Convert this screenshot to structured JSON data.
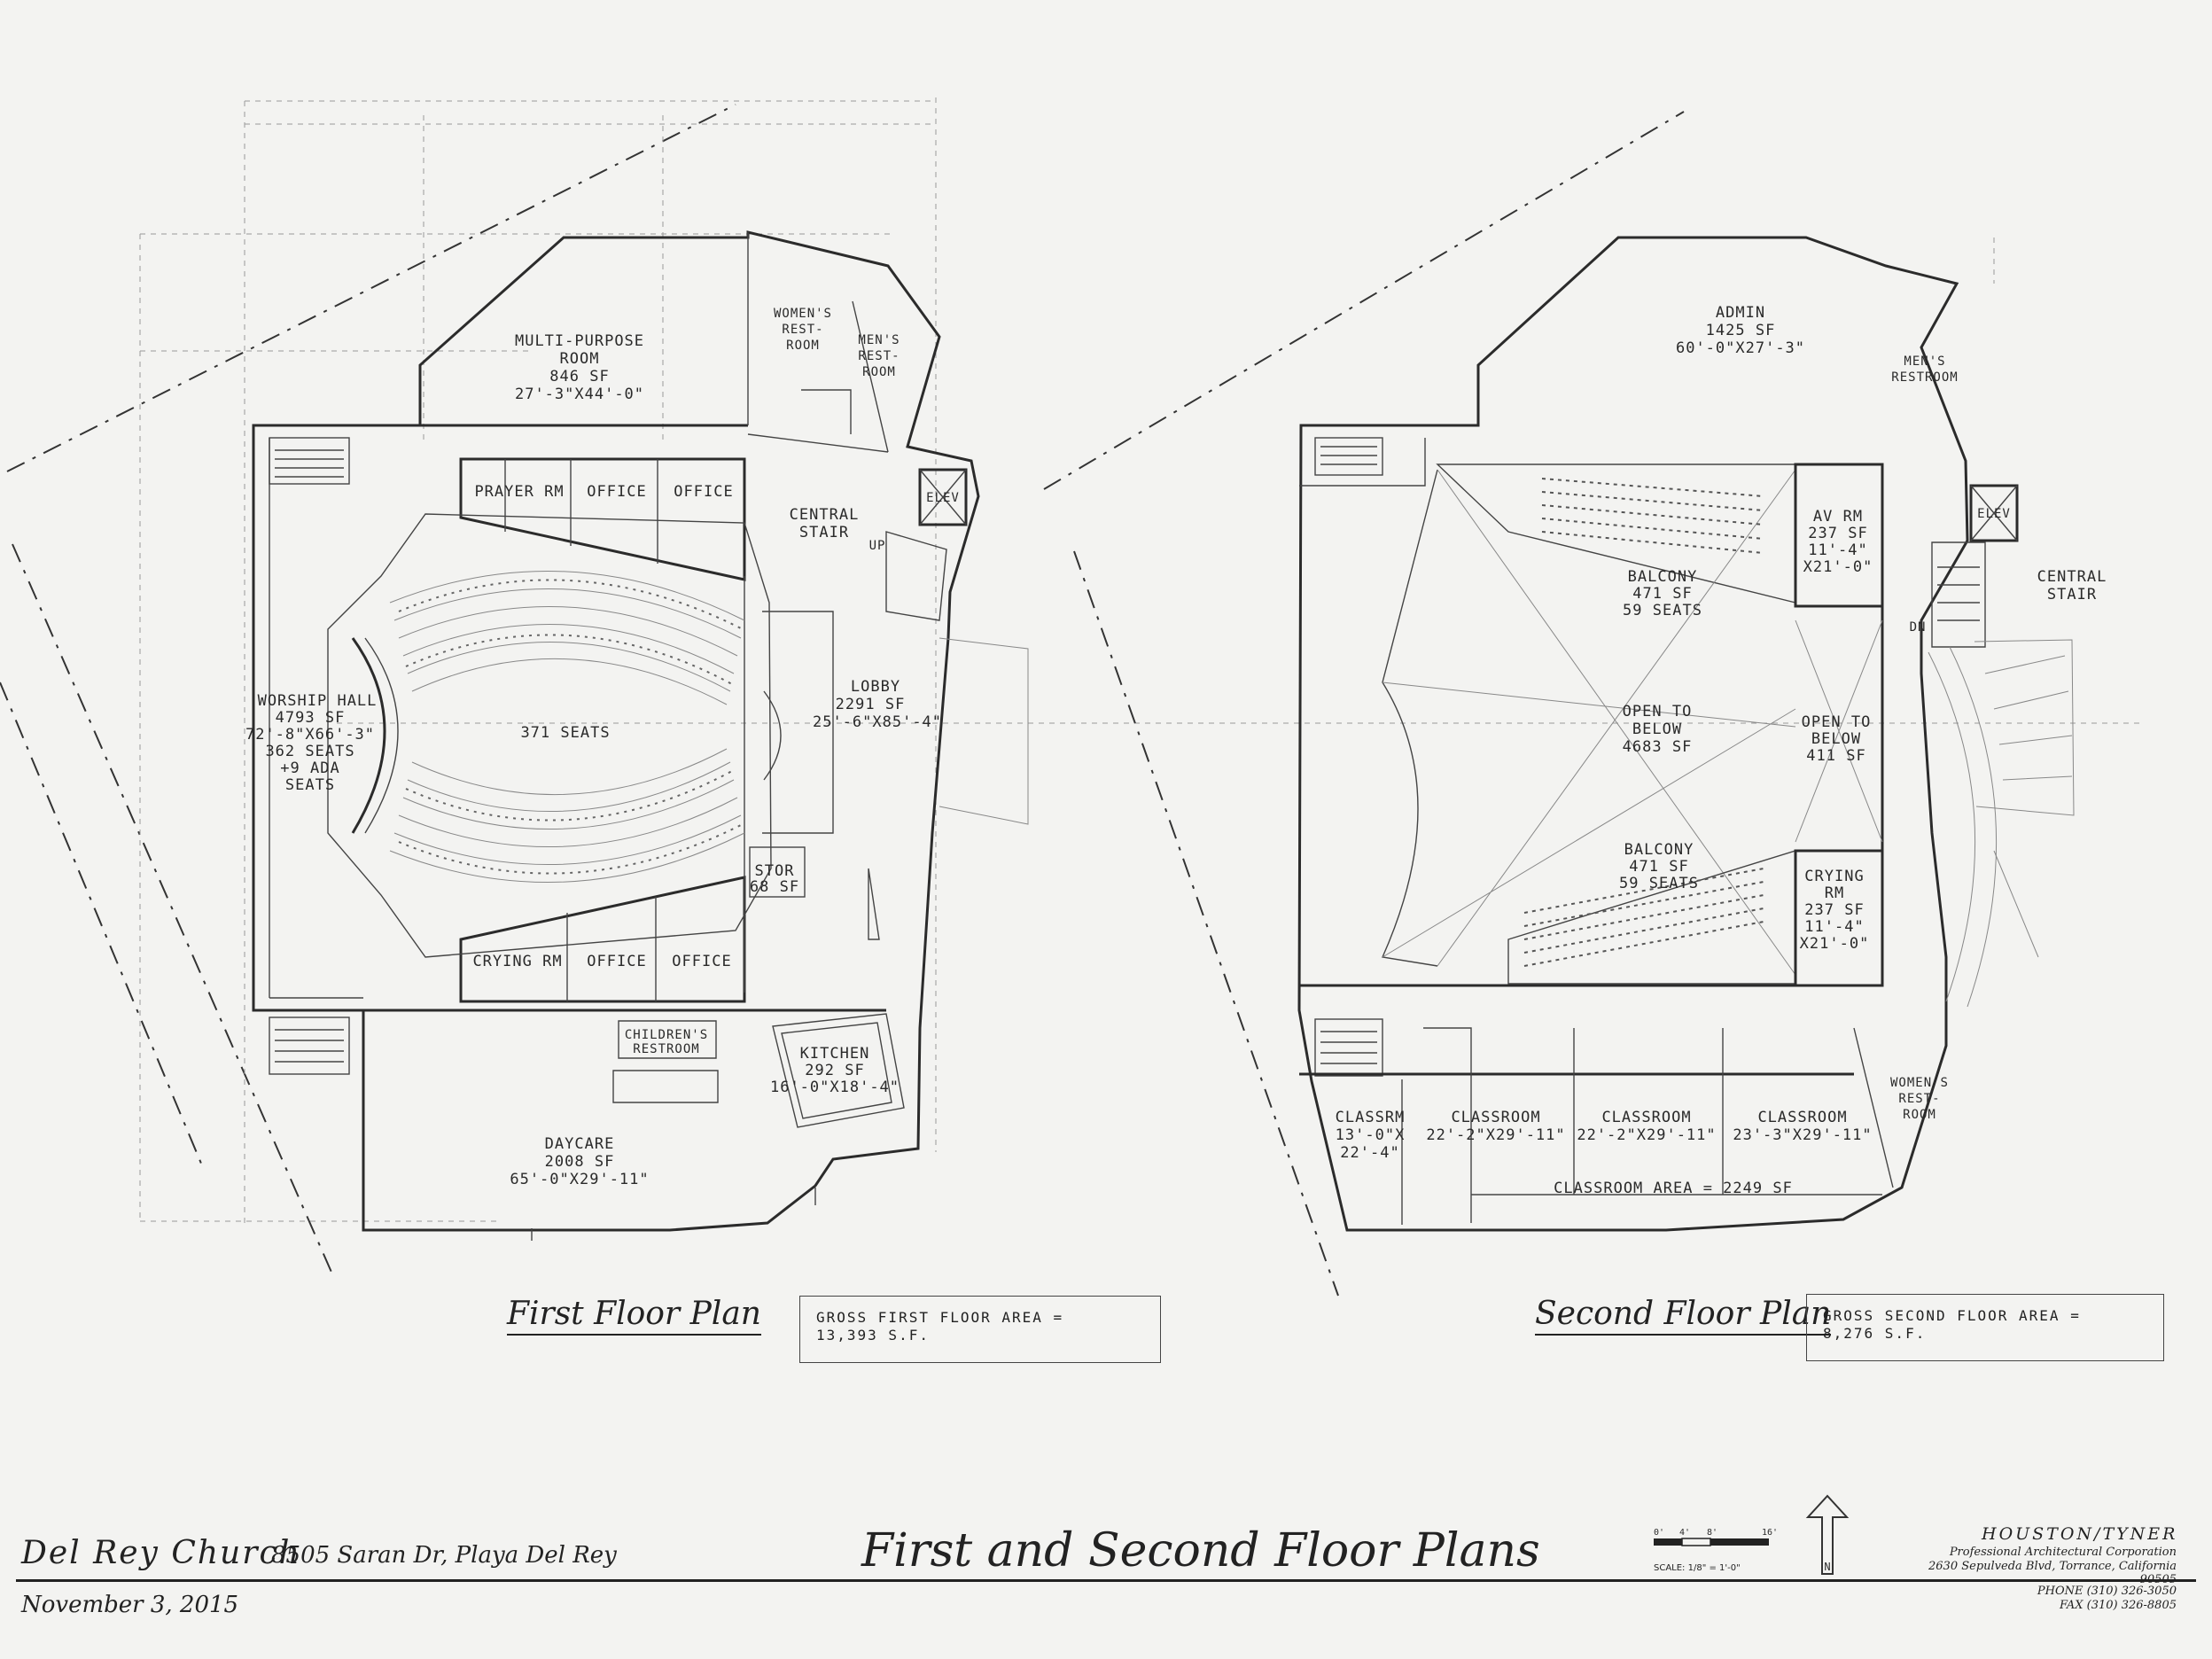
{
  "first_floor": {
    "caption": "First Floor Plan",
    "gross_area_line1": "GROSS FIRST FLOOR AREA =",
    "gross_area_line2": "13,393 S.F.",
    "rooms": {
      "multipurpose": [
        "MULTI-PURPOSE",
        "ROOM",
        "846 SF",
        "27'-3\"X44'-0\""
      ],
      "womens_restroom": [
        "WOMEN'S",
        "REST-",
        "ROOM"
      ],
      "mens_restroom": [
        "MEN'S",
        "REST-",
        "ROOM"
      ],
      "prayer_rm": "PRAYER RM",
      "office_top_1": "OFFICE",
      "office_top_2": "OFFICE",
      "central_stair": [
        "CENTRAL",
        "STAIR"
      ],
      "elev": "ELEV",
      "up": "UP",
      "worship_hall": [
        "WORSHIP HALL",
        "4793 SF",
        "72'-8\"X66'-3\"",
        "362 SEATS",
        "+9 ADA",
        "SEATS"
      ],
      "seats_total": "371 SEATS",
      "lobby": [
        "LOBBY",
        "2291 SF",
        "25'-6\"X85'-4\""
      ],
      "stor": [
        "STOR",
        "68 SF"
      ],
      "crying_rm": "CRYING RM",
      "office_bot_1": "OFFICE",
      "office_bot_2": "OFFICE",
      "childrens_restroom": [
        "CHILDREN'S",
        "RESTROOM"
      ],
      "kitchen": [
        "KITCHEN",
        "292 SF",
        "16'-0\"X18'-4\""
      ],
      "daycare": [
        "DAYCARE",
        "2008 SF",
        "65'-0\"X29'-11\""
      ]
    }
  },
  "second_floor": {
    "caption": "Second Floor Plan",
    "gross_area_line1": "GROSS SECOND FLOOR AREA =",
    "gross_area_line2": "8,276 S.F.",
    "rooms": {
      "admin": [
        "ADMIN",
        "1425 SF",
        "60'-0\"X27'-3\""
      ],
      "mens_restroom": [
        "MEN'S",
        "RESTROOM"
      ],
      "elev": "ELEV",
      "av_rm": [
        "AV RM",
        "237 SF",
        "11'-4\"",
        "X21'-0\""
      ],
      "central_stair": [
        "CENTRAL",
        "STAIR"
      ],
      "dn": "DN",
      "balcony_top": [
        "BALCONY",
        "471 SF",
        "59 SEATS"
      ],
      "open_below_main": [
        "OPEN TO",
        "BELOW",
        "4683 SF"
      ],
      "open_below_small": [
        "OPEN TO",
        "BELOW",
        "411 SF"
      ],
      "balcony_bottom": [
        "BALCONY",
        "471 SF",
        "59 SEATS"
      ],
      "crying_rm": [
        "CRYING",
        "RM",
        "237 SF",
        "11'-4\"",
        "X21'-0\""
      ],
      "classrm": [
        "CLASSRM",
        "13'-0\"X",
        "22'-4\""
      ],
      "classroom_1": [
        "CLASSROOM",
        "22'-2\"X29'-11\""
      ],
      "classroom_2": [
        "CLASSROOM",
        "22'-2\"X29'-11\""
      ],
      "classroom_3": [
        "CLASSROOM",
        "23'-3\"X29'-11\""
      ],
      "womens_restroom": [
        "WOMEN'S",
        "REST-",
        "ROOM"
      ],
      "classroom_area": "CLASSROOM AREA = 2249 SF"
    }
  },
  "title_block": {
    "church_name": "Del Rey Church",
    "address": "8505 Saran Dr, Playa Del Rey",
    "date": "November 3, 2015",
    "sheet_title": "First and Second Floor Plans",
    "scale": "SCALE: 1/8\" = 1'-0\"",
    "scale_ticks": [
      "0'",
      "4'",
      "8'",
      "16'"
    ],
    "north": "N",
    "firm_name": "HOUSTON/TYNER",
    "firm_tagline": "Professional Architectural Corporation",
    "firm_address": "2630 Sepulveda Blvd, Torrance, California 90505",
    "phone": "PHONE (310) 326-3050",
    "fax": "FAX (310) 326-8805"
  }
}
